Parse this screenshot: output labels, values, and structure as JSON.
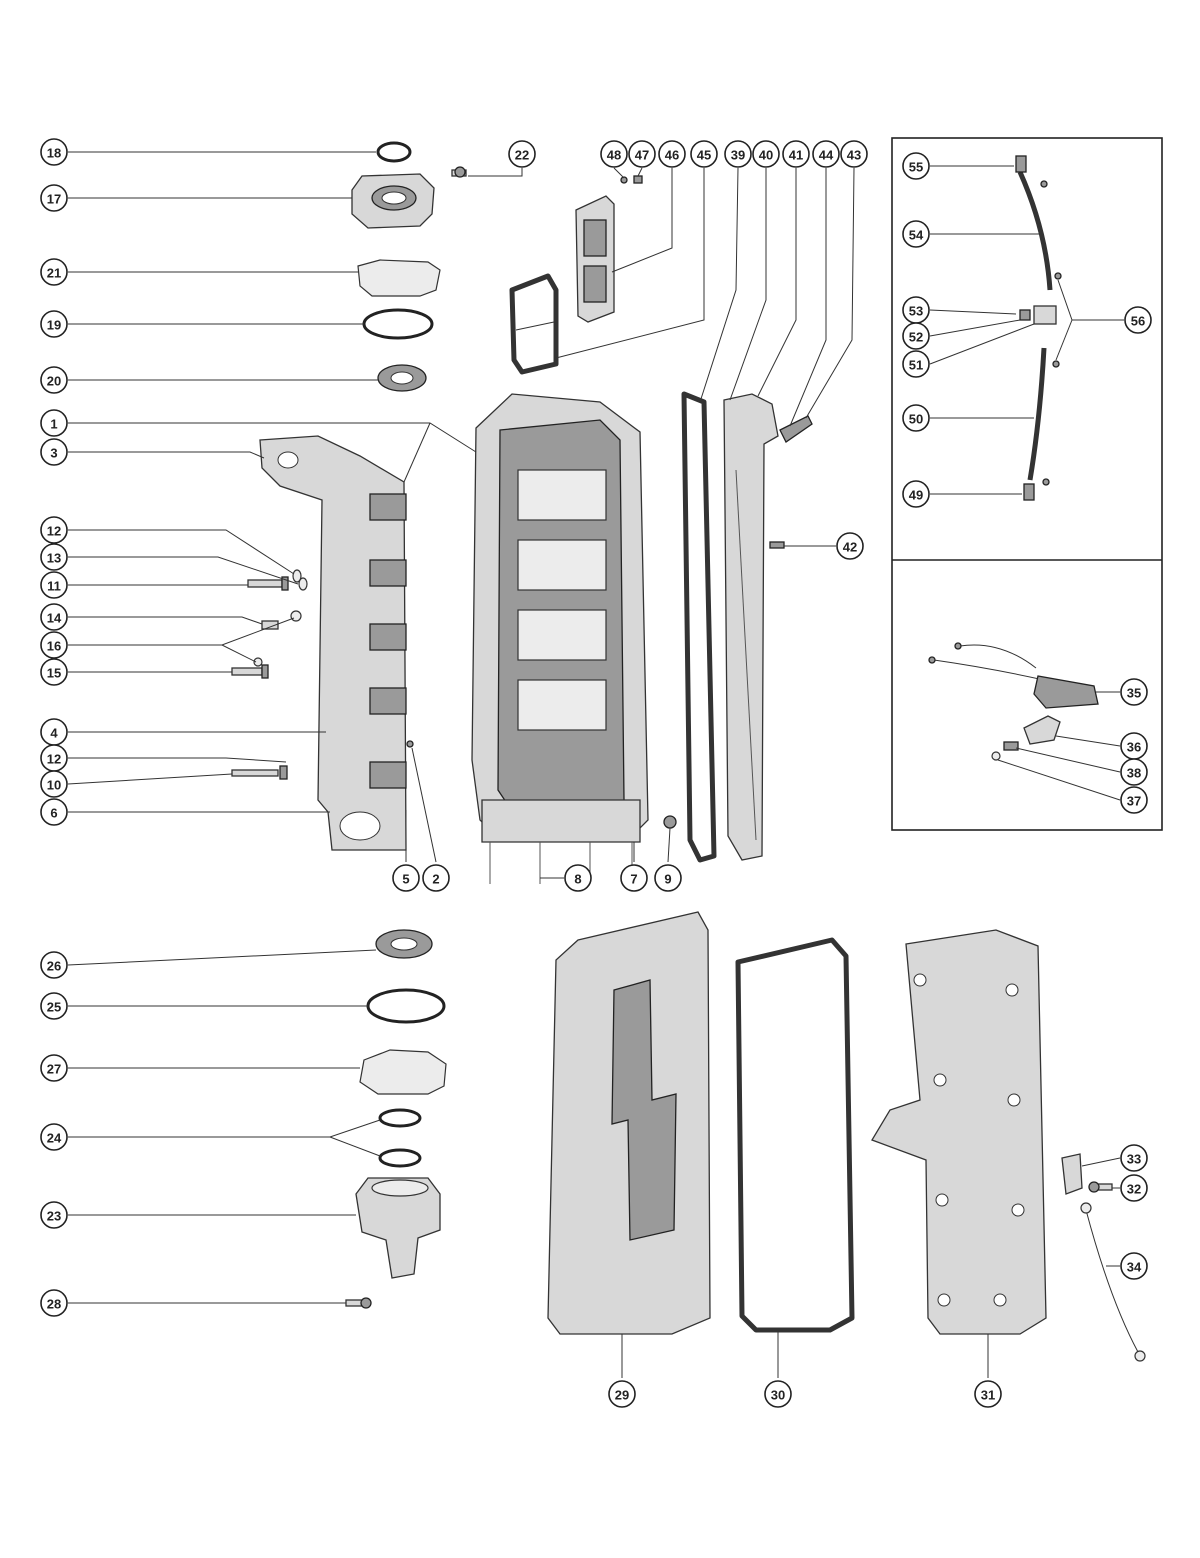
{
  "callouts": [
    {
      "n": "18"
    },
    {
      "n": "17"
    },
    {
      "n": "21"
    },
    {
      "n": "19"
    },
    {
      "n": "20"
    },
    {
      "n": "1"
    },
    {
      "n": "3"
    },
    {
      "n": "12"
    },
    {
      "n": "13"
    },
    {
      "n": "11"
    },
    {
      "n": "14"
    },
    {
      "n": "16"
    },
    {
      "n": "15"
    },
    {
      "n": "4"
    },
    {
      "n": "12"
    },
    {
      "n": "10"
    },
    {
      "n": "6"
    },
    {
      "n": "5"
    },
    {
      "n": "2"
    },
    {
      "n": "8"
    },
    {
      "n": "7"
    },
    {
      "n": "9"
    },
    {
      "n": "22"
    },
    {
      "n": "48"
    },
    {
      "n": "47"
    },
    {
      "n": "46"
    },
    {
      "n": "45"
    },
    {
      "n": "39"
    },
    {
      "n": "40"
    },
    {
      "n": "41"
    },
    {
      "n": "44"
    },
    {
      "n": "43"
    },
    {
      "n": "42"
    },
    {
      "n": "55"
    },
    {
      "n": "54"
    },
    {
      "n": "56"
    },
    {
      "n": "53"
    },
    {
      "n": "52"
    },
    {
      "n": "51"
    },
    {
      "n": "50"
    },
    {
      "n": "49"
    },
    {
      "n": "35"
    },
    {
      "n": "36"
    },
    {
      "n": "38"
    },
    {
      "n": "37"
    },
    {
      "n": "26"
    },
    {
      "n": "25"
    },
    {
      "n": "27"
    },
    {
      "n": "24"
    },
    {
      "n": "23"
    },
    {
      "n": "28"
    },
    {
      "n": "29"
    },
    {
      "n": "30"
    },
    {
      "n": "31"
    },
    {
      "n": "33"
    },
    {
      "n": "32"
    },
    {
      "n": "34"
    }
  ]
}
